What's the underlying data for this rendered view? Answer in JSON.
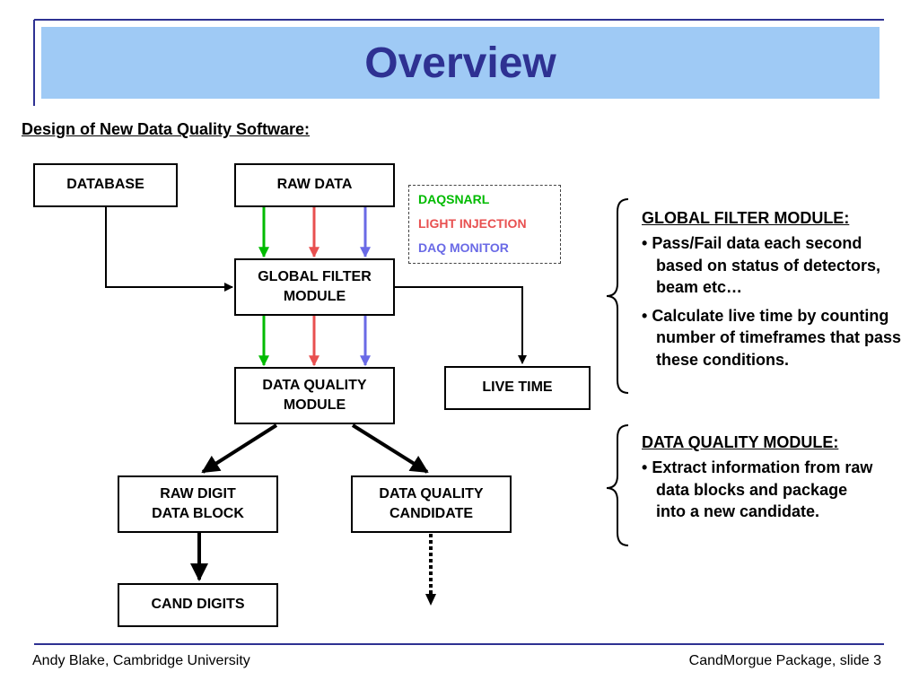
{
  "slide": {
    "title": "Overview",
    "subtitle": "Design of New Data Quality Software:"
  },
  "diagram": {
    "boxes": {
      "database": "DATABASE",
      "raw_data": "RAW DATA",
      "global_filter_line1": "GLOBAL FILTER",
      "global_filter_line2": "MODULE",
      "data_quality_line1": "DATA QUALITY",
      "data_quality_line2": "MODULE",
      "live_time": "LIVE TIME",
      "raw_digit_line1": "RAW DIGIT",
      "raw_digit_line2": "DATA BLOCK",
      "dq_candidate_line1": "DATA QUALITY",
      "dq_candidate_line2": "CANDIDATE",
      "cand_digits": "CAND DIGITS"
    },
    "legend": [
      {
        "label": "DAQSNARL",
        "color": "#00bb00"
      },
      {
        "label": "LIGHT INJECTION",
        "color": "#e85050"
      },
      {
        "label": "DAQ MONITOR",
        "color": "#6a6ae6"
      }
    ]
  },
  "notes": {
    "global_filter": {
      "heading": "GLOBAL FILTER MODULE:",
      "bullets": [
        "Pass/Fail data each second based on status of detectors, beam etc…",
        "Calculate live time by counting number of timeframes that pass these conditions."
      ]
    },
    "data_quality": {
      "heading": "DATA QUALITY MODULE:",
      "bullets": [
        "Extract information from raw data blocks and package into a new candidate."
      ]
    }
  },
  "footer": {
    "left": "Andy Blake, Cambridge University",
    "right": "CandMorgue Package,  slide 3"
  },
  "colors": {
    "title_band": "#9fcaf5",
    "title_text": "#2e3192",
    "frame_lines": "#2e3192"
  }
}
